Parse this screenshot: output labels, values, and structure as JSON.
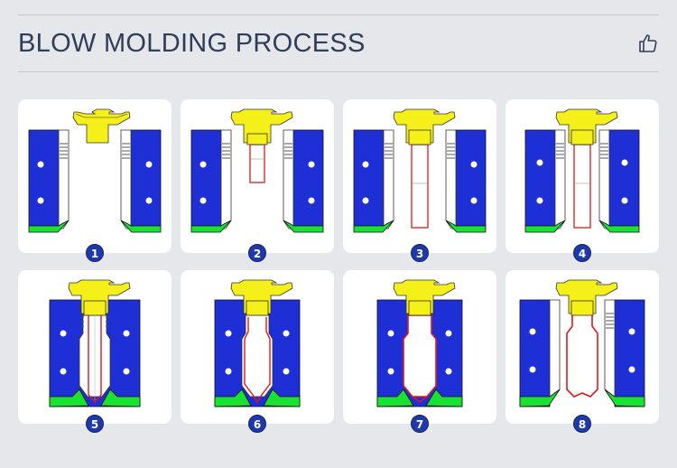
{
  "page": {
    "title": "BLOW MOLDING PROCESS",
    "like_icon": "thumbs-up-icon"
  },
  "colors": {
    "background": "#e6e7ea",
    "card": "#ffffff",
    "mold": "#1e2fd6",
    "base": "#19e332",
    "nozzle": "#f5ef1a",
    "plastic": "#e01818",
    "badge": "#1f3aa8",
    "title": "#2f3d58"
  },
  "steps": [
    {
      "number": "1",
      "state": "open-mold-empty"
    },
    {
      "number": "2",
      "state": "open-mold-short-parison"
    },
    {
      "number": "3",
      "state": "open-mold-full-parison"
    },
    {
      "number": "4",
      "state": "closing-mold-parison"
    },
    {
      "number": "5",
      "state": "closed-mold-pinched"
    },
    {
      "number": "6",
      "state": "closed-mold-inflating"
    },
    {
      "number": "7",
      "state": "closed-mold-blown"
    },
    {
      "number": "8",
      "state": "opened-mold-bottle"
    }
  ]
}
